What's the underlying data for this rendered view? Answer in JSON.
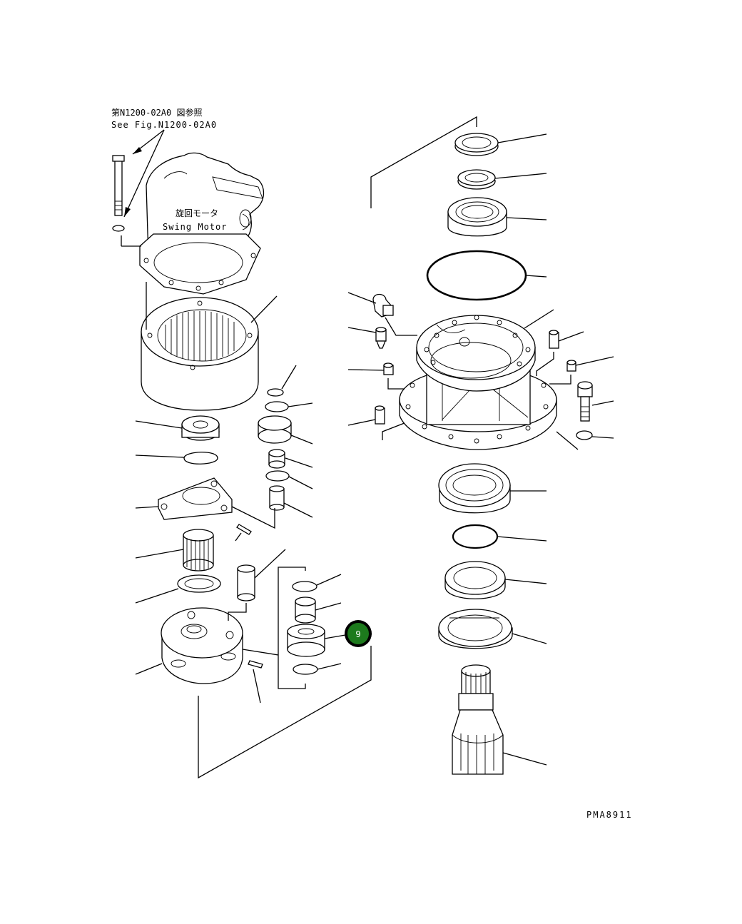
{
  "references": {
    "ref_jp": "第N1200-02A0 図参照",
    "ref_en": "See Fig.N1200-02A0"
  },
  "motor": {
    "label_jp": "旋回モータ",
    "label_en": "Swing Motor"
  },
  "callout": {
    "number": "9",
    "color": "#1d7a1d"
  },
  "drawing_code": "PMA8911"
}
